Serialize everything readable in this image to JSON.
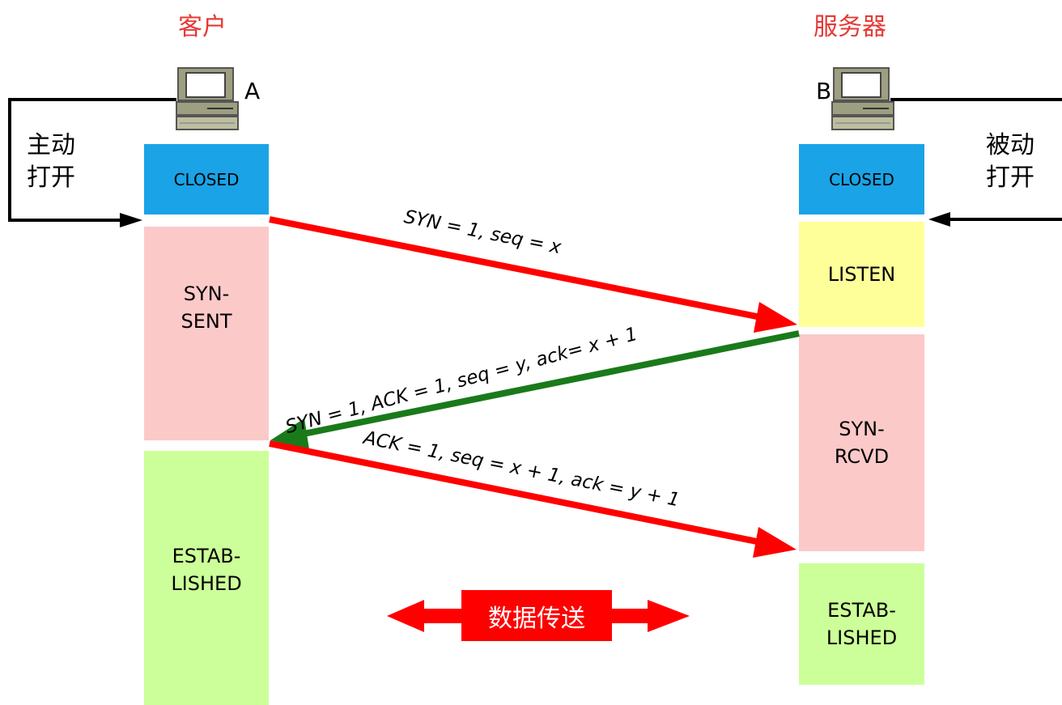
{
  "client": {
    "title": "客户",
    "host_label": "A",
    "open_line1": "主动",
    "open_line2": "打开"
  },
  "server": {
    "title": "服务器",
    "host_label": "B",
    "open_line1": "被动",
    "open_line2": "打开"
  },
  "client_states": {
    "closed": "CLOSED",
    "syn_sent_1": "SYN-",
    "syn_sent_2": "SENT",
    "established_1": "ESTAB-",
    "established_2": "LISHED"
  },
  "server_states": {
    "closed": "CLOSED",
    "listen": "LISTEN",
    "syn_rcvd_1": "SYN-",
    "syn_rcvd_2": "RCVD",
    "established_1": "ESTAB-",
    "established_2": "LISHED"
  },
  "messages": {
    "syn": "SYN = 1, seq = x",
    "syn_ack": "SYN = 1, ACK = 1, seq = y, ack= x + 1",
    "ack": "ACK = 1, seq = x + 1, ack = y + 1"
  },
  "data_transfer": "数据传送",
  "colors": {
    "title": "#e53935",
    "closed": "#1aa3e6",
    "listen": "#ffff99",
    "syn_state": "#fcc9c9",
    "established": "#ccff99",
    "arrow_red": "#ff0000",
    "arrow_green": "#1a7a1a"
  }
}
